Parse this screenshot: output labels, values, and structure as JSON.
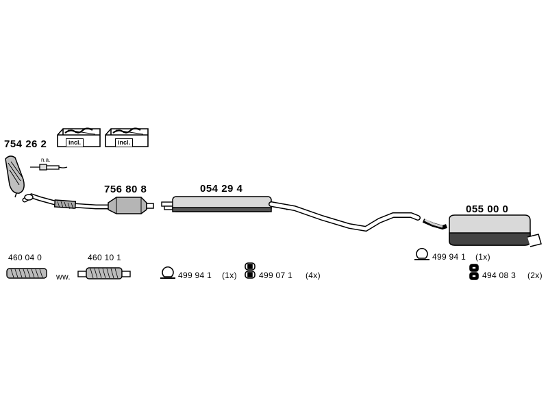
{
  "parts": {
    "p754262": "754 26 2",
    "p756808": "756 80 8",
    "p054294": "054 29 4",
    "p055000": "055 00 0",
    "p460040": "460 04 0",
    "p460101": "460 10 1"
  },
  "kit_boxes": [
    {
      "label": "incl."
    },
    {
      "label": "incl."
    }
  ],
  "sensor_note": "n.a.",
  "ww_label": "ww.",
  "hardware": {
    "clamp_main": {
      "part": "499 94 1",
      "qty": "(1x)"
    },
    "hanger_main": {
      "part": "499 07 1",
      "qty": "(4x)"
    },
    "clamp_rear": {
      "part": "499 94 1",
      "qty": "(1x)"
    },
    "rubber_rear": {
      "part": "494 08 3",
      "qty": "(2x)"
    }
  }
}
